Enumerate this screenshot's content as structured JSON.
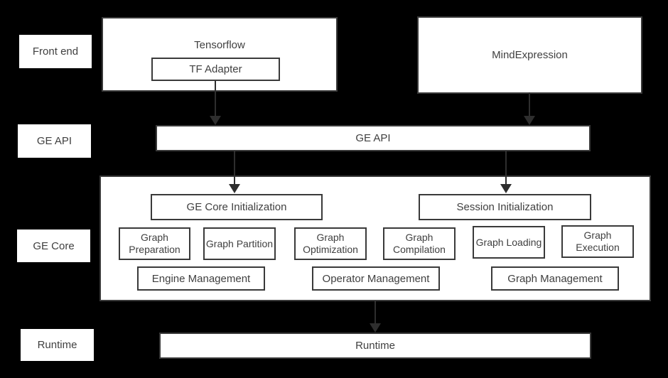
{
  "colors": {
    "background": "#000000",
    "box_fill": "#ffffff",
    "box_border": "#3a3a3a",
    "text": "#404040",
    "arrow": "#2e2e2e"
  },
  "layer_labels": {
    "front_end": "Front end",
    "ge_api": "GE API",
    "ge_core": "GE Core",
    "runtime": "Runtime"
  },
  "front_end": {
    "tensorflow_title": "Tensorflow",
    "tf_adapter": "TF Adapter",
    "mind_expression": "MindExpression"
  },
  "ge_api": {
    "bar_label": "GE API"
  },
  "ge_core": {
    "ge_core_initialization": "GE Core Initialization",
    "session_initialization": "Session Initialization",
    "modules": [
      "Graph Preparation",
      "Graph Partition",
      "Graph Optimization",
      "Graph Compilation",
      "Graph Loading",
      "Graph Execution"
    ],
    "management": [
      "Engine Management",
      "Operator Management",
      "Graph Management"
    ]
  },
  "runtime": {
    "bar_label": "Runtime"
  }
}
